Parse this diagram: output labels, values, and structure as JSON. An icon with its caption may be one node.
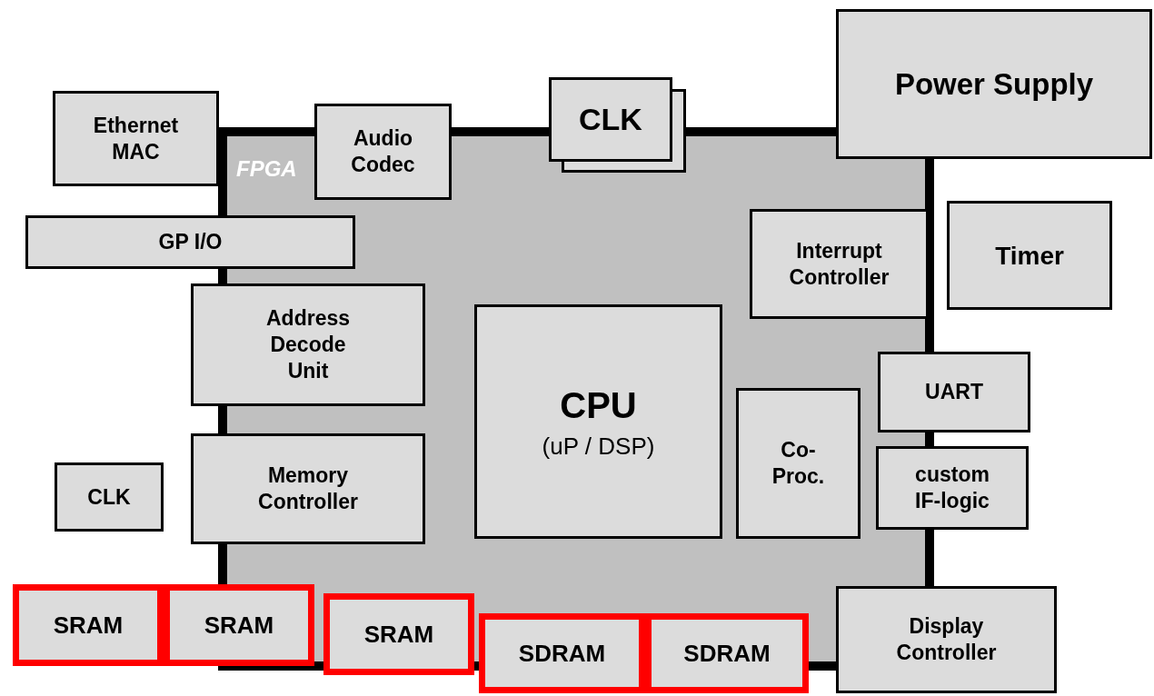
{
  "diagram": {
    "nodes": [
      {
        "text": [
          "FPGA"
        ]
      },
      {
        "text": [
          "Ethernet MAC"
        ]
      },
      {
        "text": [
          "Audio Codec"
        ]
      },
      {
        "text": [
          "CLK"
        ]
      },
      {
        "text": [
          "Power Supply"
        ]
      },
      {
        "text": [
          "GP I/O"
        ]
      },
      {
        "text": [
          "Interrupt Controller"
        ],
        "in": 0
      },
      {
        "text": [
          "Timer"
        ]
      },
      {
        "text": [
          "Address Decode Unit"
        ]
      },
      {
        "text": [
          "CPU",
          "(uP / DSP)"
        ],
        "in": 0
      },
      {
        "text": [
          "UART"
        ]
      },
      {
        "text": [
          "Co- Proc."
        ],
        "in": 0
      },
      {
        "text": [
          "custom IF-logic"
        ]
      },
      {
        "text": [
          "CLK"
        ]
      },
      {
        "text": [
          "Memory Controller"
        ]
      },
      {
        "text": [
          "SRAM"
        ]
      },
      {
        "text": [
          "SRAM"
        ]
      },
      {
        "text": [
          "SRAM"
        ],
        "in": 0
      },
      {
        "text": [
          "SDRAM"
        ]
      },
      {
        "text": [
          "SDRAM"
        ]
      },
      {
        "text": [
          "Display Controller"
        ]
      }
    ],
    "edges": []
  }
}
